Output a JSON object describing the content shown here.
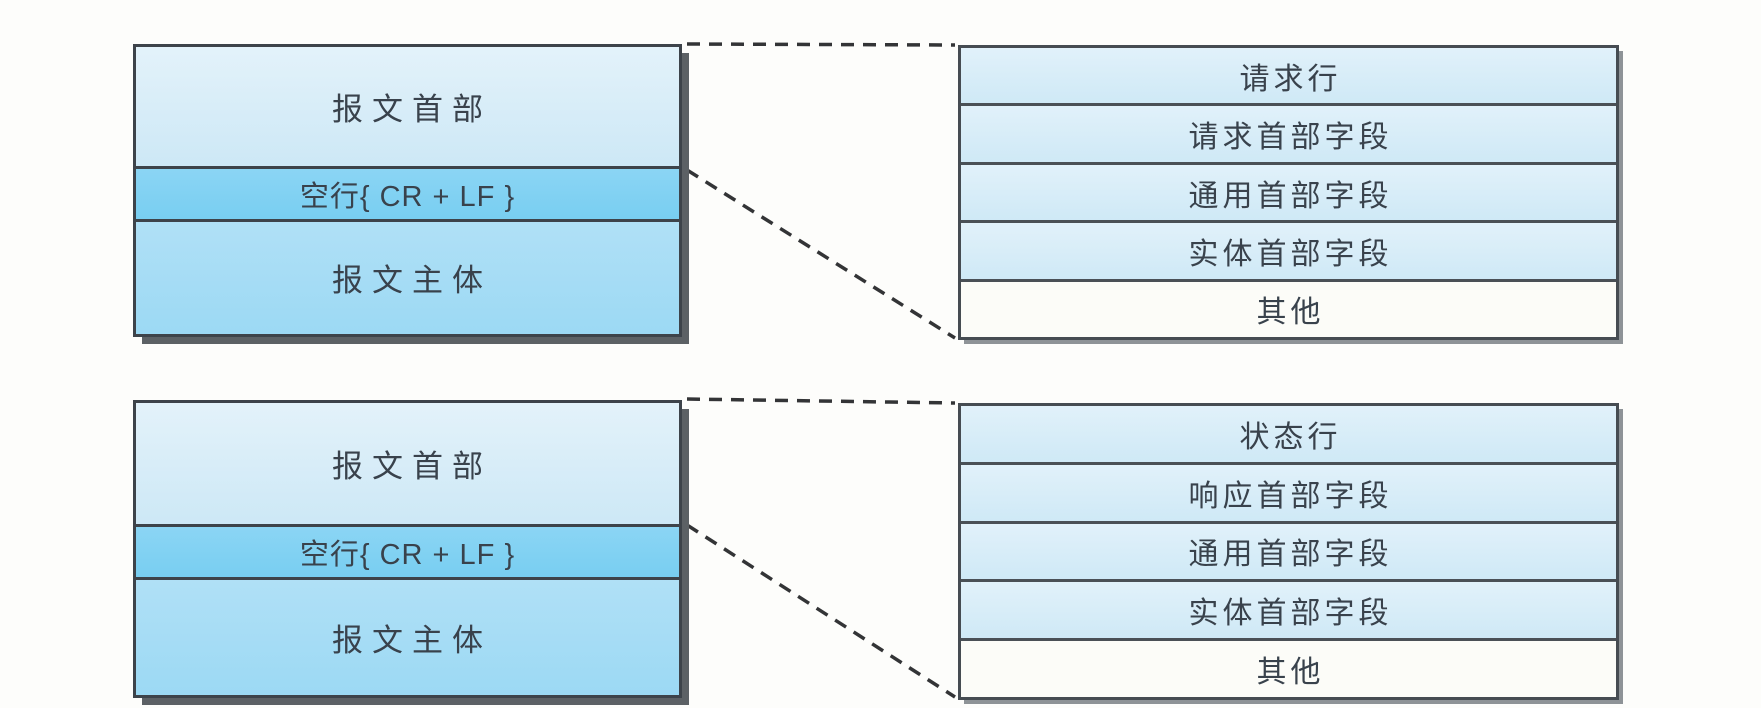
{
  "canvas": {
    "background": "#fdfdfb"
  },
  "colors": {
    "message_header_fill": "#d9edf8",
    "blank_line_fill": "#7fd0f2",
    "message_body_fill": "#a4dcf5",
    "expanded_row_fill": "#d8edf8",
    "other_row_fill": "#fcfcf8",
    "box_border": "#3d434a",
    "box_shadow": "#5c6165",
    "dashed_line": "#333436",
    "text": "#39424c"
  },
  "diagrams": [
    {
      "id": "request",
      "left_box": {
        "rows": [
          {
            "label": "报文首部"
          },
          {
            "label": "空行{ CR + LF }"
          },
          {
            "label": "报文主体"
          }
        ]
      },
      "right_box": {
        "rows": [
          "请求行",
          "请求首部字段",
          "通用首部字段",
          "实体首部字段",
          "其他"
        ]
      }
    },
    {
      "id": "response",
      "left_box": {
        "rows": [
          {
            "label": "报文首部"
          },
          {
            "label": "空行{ CR + LF }"
          },
          {
            "label": "报文主体"
          }
        ]
      },
      "right_box": {
        "rows": [
          "状态行",
          "响应首部字段",
          "通用首部字段",
          "实体首部字段",
          "其他"
        ]
      }
    }
  ]
}
